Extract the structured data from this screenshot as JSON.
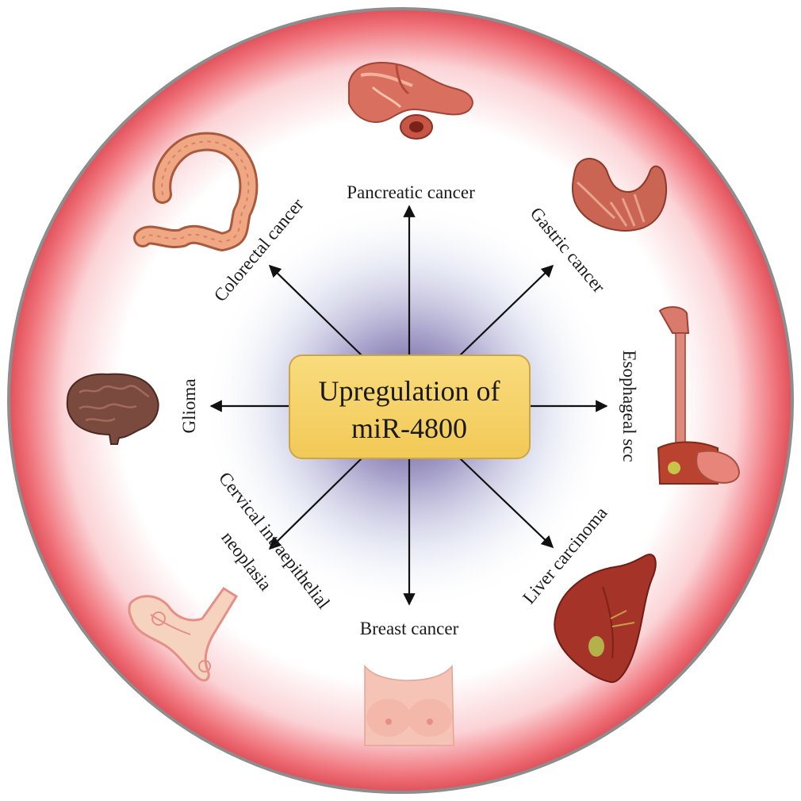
{
  "center": {
    "line1": "Upregulation of",
    "line2": "miR-4800"
  },
  "cancers": [
    {
      "label": "Pancreatic cancer",
      "organ": "pancreas-icon"
    },
    {
      "label": "Gastric cancer",
      "organ": "stomach-icon"
    },
    {
      "label": "Esophageal scc",
      "organ": "esophagus-icon"
    },
    {
      "label": "Liver carcinoma",
      "organ": "liver-icon"
    },
    {
      "label": "Breast cancer",
      "organ": "breast-icon"
    },
    {
      "label": "Cervical intraepithelial",
      "label2": "neoplasia",
      "organ": "uterus-icon"
    },
    {
      "label": "Glioma",
      "organ": "brain-icon"
    },
    {
      "label": "Colorectal cancer",
      "organ": "colon-icon"
    }
  ],
  "colors": {
    "ring": "#e85a63",
    "ring_light": "#fbd7d9",
    "center_glow": "#5a4f8c",
    "center_box": "#f6d36a",
    "center_box_border": "#c9a33a",
    "arrow": "#111111"
  }
}
